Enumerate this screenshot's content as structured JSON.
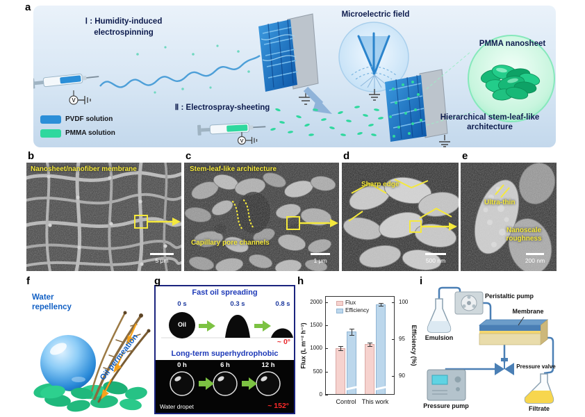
{
  "figure_labels": {
    "a": "a",
    "b": "b",
    "c": "c",
    "d": "d",
    "e": "e",
    "f": "f",
    "g": "g",
    "h": "h",
    "i": "i"
  },
  "panel_a": {
    "step1_line1": "Ⅰ :  Humidity-induced",
    "step1_line2": "electrospinning",
    "microelectric_field": "Microelectric field",
    "step2": "Ⅱ :  Electrospray-sheeting",
    "pmma_nanosheet": "PMMA nanosheet",
    "architecture_line1": "Hierarchical stem-leaf-like",
    "architecture_line2": "architecture",
    "legend": [
      {
        "name": "PVDF solution",
        "color": "#2b8fd8"
      },
      {
        "name": "PMMA solution",
        "color": "#2fd89e"
      }
    ]
  },
  "panel_b": {
    "caption": "Nanosheet/nanofiber membrane",
    "scalebar": "5 μm"
  },
  "panel_c": {
    "caption": "Stem-leaf-like architecture",
    "annotation": "Capillary pore channels",
    "scalebar": "1 μm"
  },
  "panel_d": {
    "annotation": "Sharp edge",
    "scalebar": "500 nm"
  },
  "panel_e": {
    "annotation1": "Ultra-thin",
    "annotation2_line1": "Nanoscale",
    "annotation2_line2": "roughness",
    "scalebar": "200 nm"
  },
  "panel_f": {
    "label1_line1": "Water",
    "label1_line2": "repellency",
    "label2": "Oil permeation"
  },
  "panel_g": {
    "top_title": "Fast oil spreading",
    "top_times": [
      "0 s",
      "0.3 s",
      "0.8 s"
    ],
    "oil_label": "Oil",
    "top_angle": "~ 0°",
    "bottom_title": "Long-term superhydrophobic",
    "bottom_times": [
      "0 h",
      "6 h",
      "12 h"
    ],
    "water_label": "Water dropet",
    "bottom_angle": "~ 152°"
  },
  "panel_i": {
    "peristaltic_pump": "Peristaltic pump",
    "membrane": "Membrane",
    "emulsion": "Emulsion",
    "pressure_valve": "Pressure valve",
    "pressure_pump": "Pressure pump",
    "filtrate": "Filtrate"
  },
  "chart_data": {
    "type": "bar",
    "categories": [
      "Control",
      "This work"
    ],
    "series": [
      {
        "name": "Flux",
        "axis": "left",
        "values": [
          1000,
          1090
        ],
        "errors": [
          45,
          40
        ],
        "color": "#f6d2ce",
        "edge": "#d9a8a4"
      },
      {
        "name": "Efficiency",
        "axis": "right",
        "values": [
          96.0,
          99.7
        ],
        "errors": [
          0.4,
          0.2
        ],
        "color": "#bcd7ec",
        "edge": "#8fb4d4"
      }
    ],
    "ylabel_left": "Flux (L m⁻² h⁻¹)",
    "ylabel_right": "Efficiency (%)",
    "ylim_left": [
      0,
      2130
    ],
    "yticks_left": [
      0,
      500,
      1000,
      1500,
      2000
    ],
    "ylim_right": [
      87.5,
      100.8
    ],
    "yticks_right": [
      90,
      95,
      100
    ],
    "legend_position": "top-left",
    "axis_break_right": true,
    "grid": false
  }
}
